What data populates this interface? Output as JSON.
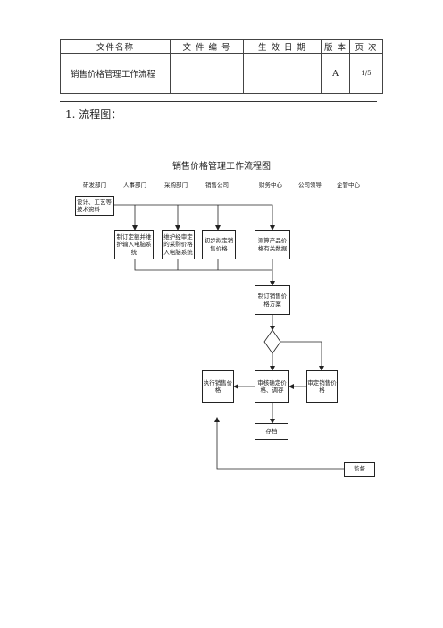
{
  "header": {
    "labels": {
      "file_name": "文件名称",
      "file_number": "文 件 编 号",
      "effective_date": "生 效 日 期",
      "version": "版 本",
      "page": "页 次"
    },
    "values": {
      "file_name": "销售价格管理工作流程",
      "file_number": "",
      "effective_date": "",
      "version": "A",
      "page": "1/5"
    }
  },
  "section": {
    "heading": "1. 流程图："
  },
  "flowchart": {
    "title": "销售价格管理工作流程图",
    "columns": [
      "研发部门",
      "人事部门",
      "采购部门",
      "销售公司",
      "财务中心",
      "公司领导",
      "企管中心"
    ],
    "nodes": {
      "design_data": "设计、工艺等技术资料",
      "quota_input": "制订定额并维护输入电脑系统",
      "purchase_price": "维护经审定的采购价格入电脑系统",
      "draft_price": "初步拟定销售价格",
      "cost_data": "测算产品价格有关数据",
      "sales_plan": "制订销售价格方案",
      "execute_price": "执行销售价格",
      "review_price": "审核确定价格、调存",
      "approve_price": "审定销售价格",
      "archive": "存档",
      "supervise": "监督"
    }
  }
}
